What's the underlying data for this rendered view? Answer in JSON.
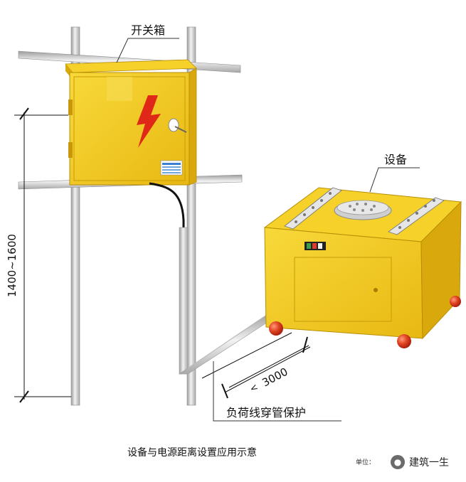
{
  "labels": {
    "switch_box": "开关箱",
    "equipment": "设备",
    "height_range": "1400~1600",
    "distance": "3000",
    "conduit_note": "负荷线穿管保护"
  },
  "caption": "设备与电源距离设置应用示意",
  "unit_label": "单位：",
  "watermark": {
    "icon": "wechat-icon",
    "text": "建筑一生"
  },
  "colors": {
    "box_yellow": "#f2cc1e",
    "box_dark": "#d8a90c",
    "pipe_grey": "#c9c9c9",
    "lightning_red": "#e02818",
    "wheel_red": "#d93a1f"
  }
}
